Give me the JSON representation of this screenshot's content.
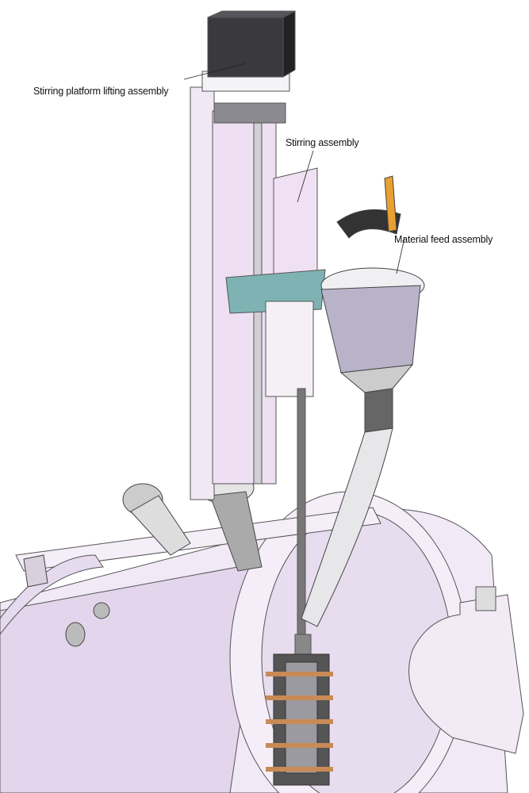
{
  "labels": {
    "lifting": "Stirring platform lifting assembly",
    "stirring": "Stirring assembly",
    "feed": "Material feed assembly"
  },
  "colors": {
    "body": "#efe6f4",
    "body_shade": "#c9bdd3",
    "motor": "#3a3a3e",
    "teal": "#7fb3b3",
    "handle": "#e8a030",
    "coil": "#c98a55",
    "dark": "#4a4a52"
  }
}
